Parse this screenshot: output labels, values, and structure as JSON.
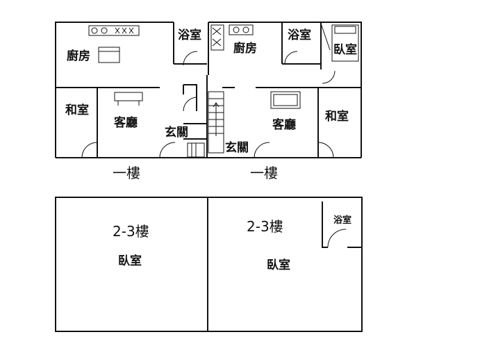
{
  "floor1_left": {
    "kitchen": "廚房",
    "bath": "浴室",
    "tatami": "和室",
    "living": "客廳",
    "entry": "玄關",
    "floor_label": "一樓"
  },
  "floor1_right": {
    "kitchen": "廚房",
    "bath": "浴室",
    "bedroom": "臥室",
    "living": "客廳",
    "tatami": "和室",
    "entry": "玄關",
    "floor_label": "一樓"
  },
  "floor23_left": {
    "floor_label": "2-3樓",
    "bedroom": "臥室"
  },
  "floor23_right": {
    "floor_label": "2-3樓",
    "bedroom": "臥室",
    "bath": "浴室"
  }
}
